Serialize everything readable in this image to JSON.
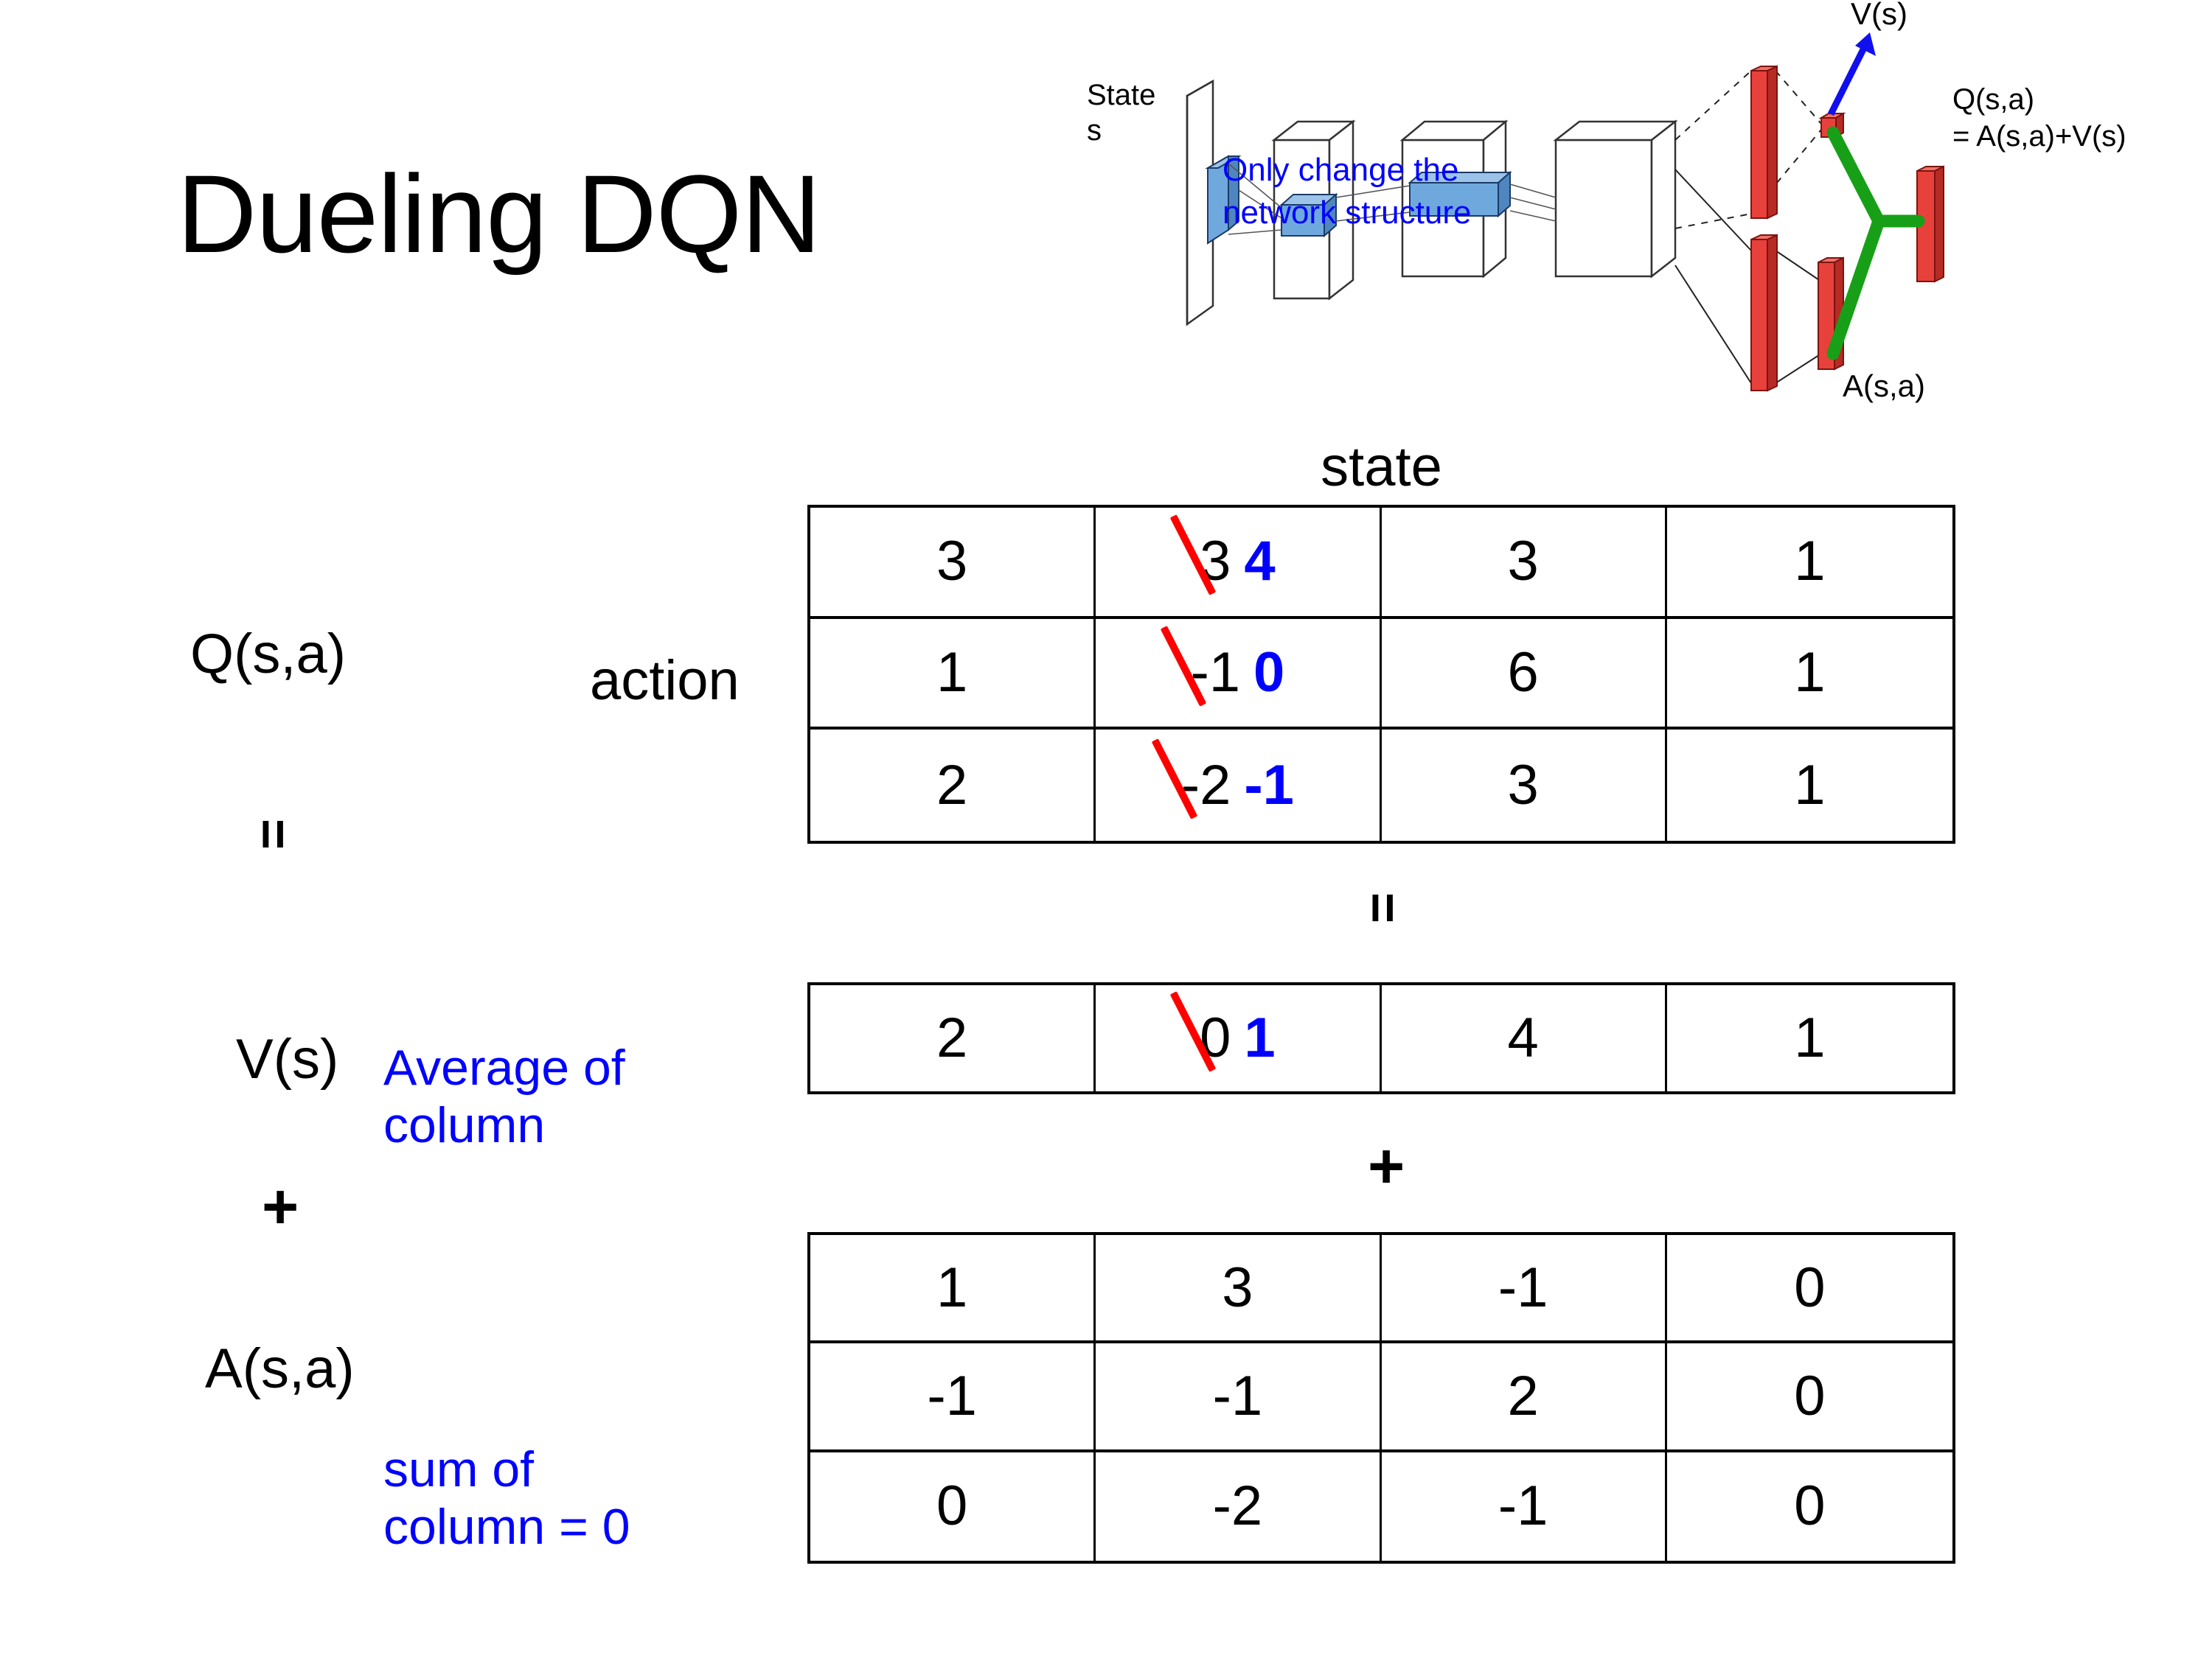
{
  "slide": {
    "title": "Dueling DQN"
  },
  "labels": {
    "q": "Q(s,a)",
    "v": "V(s)",
    "a": "A(s,a)",
    "action": "action",
    "state": "state",
    "equals": "=",
    "plus": "+"
  },
  "notes": {
    "average_of_column": "Average of\ncolumn",
    "sum_of_column": "sum of\ncolumn = 0"
  },
  "colors": {
    "annotation_blue": "#0000FF",
    "strike_red": "#FF0000",
    "text_black": "#000000",
    "diagram_red": "#E8413B",
    "diagram_blue": "#6FA8DC",
    "diagram_green": "#17A017",
    "arrow_blue": "#1010EE"
  },
  "tables": {
    "q_table": {
      "name": "Q(s,a)",
      "row_axis": "action",
      "col_axis": "state",
      "rows": [
        [
          {
            "value": "3"
          },
          {
            "value": "3",
            "struck": true,
            "new_value": "4"
          },
          {
            "value": "3"
          },
          {
            "value": "1"
          }
        ],
        [
          {
            "value": "1"
          },
          {
            "value": "-1",
            "struck": true,
            "new_value": "0"
          },
          {
            "value": "6"
          },
          {
            "value": "1"
          }
        ],
        [
          {
            "value": "2"
          },
          {
            "value": "-2",
            "struck": true,
            "new_value": "-1"
          },
          {
            "value": "3"
          },
          {
            "value": "1"
          }
        ]
      ]
    },
    "v_table": {
      "name": "V(s)",
      "rows": [
        [
          {
            "value": "2"
          },
          {
            "value": "0",
            "struck": true,
            "new_value": "1"
          },
          {
            "value": "4"
          },
          {
            "value": "1"
          }
        ]
      ]
    },
    "a_table": {
      "name": "A(s,a)",
      "rows": [
        [
          {
            "value": "1"
          },
          {
            "value": "3"
          },
          {
            "value": "-1"
          },
          {
            "value": "0"
          }
        ],
        [
          {
            "value": "-1"
          },
          {
            "value": "-1"
          },
          {
            "value": "2"
          },
          {
            "value": "0"
          }
        ],
        [
          {
            "value": "0"
          },
          {
            "value": "-2"
          },
          {
            "value": "-1"
          },
          {
            "value": "0"
          }
        ]
      ]
    }
  },
  "network_diagram": {
    "state_label_line1": "State",
    "state_label_line2": "s",
    "value_output": "V(s)",
    "advantage_output": "A(s,a)",
    "q_output_line1": "Q(s,a)",
    "q_output_line2": "= A(s,a)+V(s)",
    "caption_line1": "Only change the",
    "caption_line2": "network structure"
  }
}
